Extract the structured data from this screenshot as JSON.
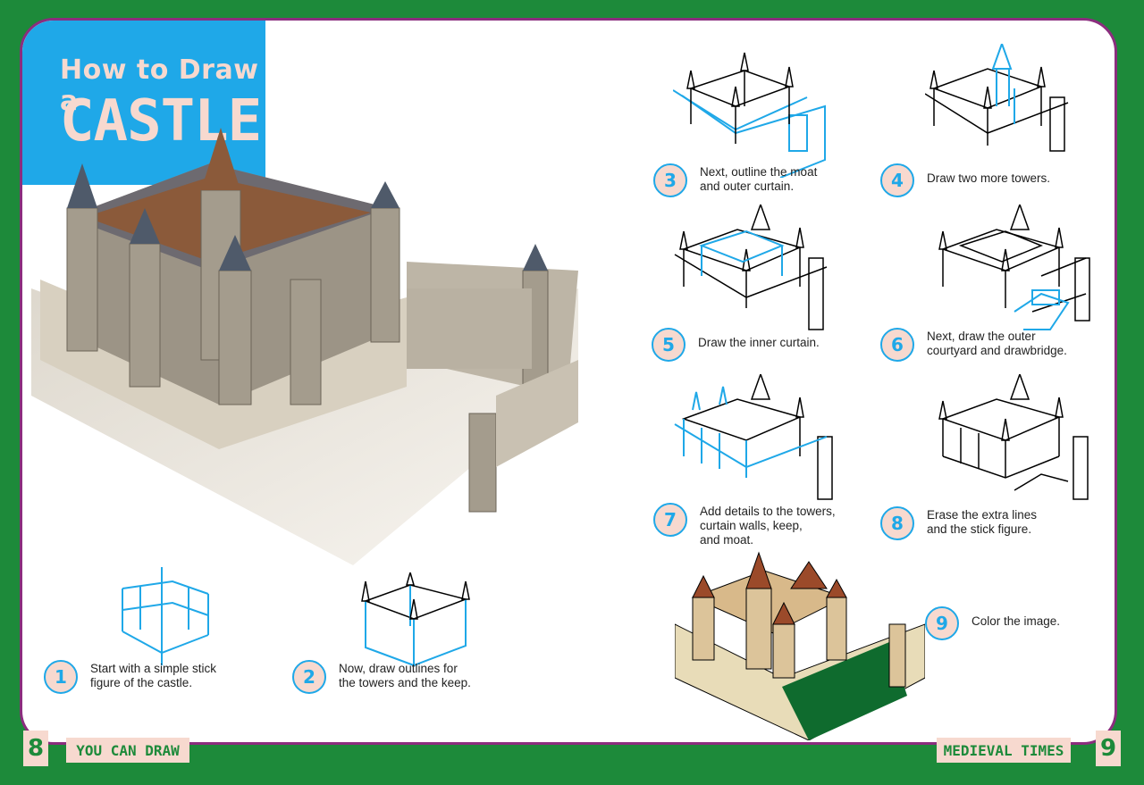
{
  "title": {
    "small": "How to Draw a",
    "big": "CASTLE"
  },
  "steps": [
    {
      "num": "1",
      "text": "Start with a simple stick\nfigure of the castle."
    },
    {
      "num": "2",
      "text": "Now, draw outlines for\nthe towers and the keep."
    },
    {
      "num": "3",
      "text": "Next, outline the moat\nand outer curtain."
    },
    {
      "num": "4",
      "text": "Draw two more towers."
    },
    {
      "num": "5",
      "text": "Draw the inner curtain."
    },
    {
      "num": "6",
      "text": "Next, draw the outer\ncourtyard and drawbridge."
    },
    {
      "num": "7",
      "text": "Add details to the towers,\ncurtain walls, keep,\nand moat."
    },
    {
      "num": "8",
      "text": "Erase the extra lines\nand the stick figure."
    },
    {
      "num": "9",
      "text": "Color the image."
    }
  ],
  "footer": {
    "left_page": "8",
    "left_label": "YOU CAN DRAW",
    "right_label": "MEDIEVAL TIMES",
    "right_page": "9"
  },
  "colors": {
    "green": "#1d8a3a",
    "blue": "#1fa8e8",
    "peach": "#f7d9cf",
    "border": "#8b2d7e"
  }
}
